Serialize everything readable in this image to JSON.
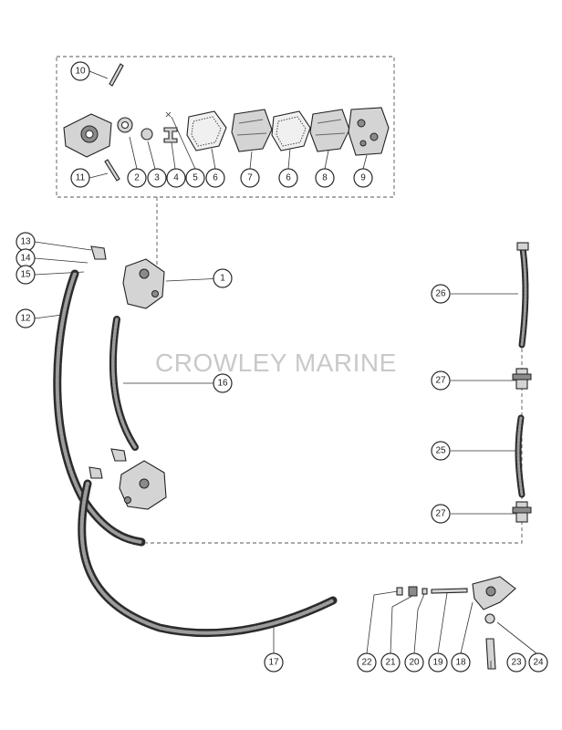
{
  "watermark": "CROWLEY MARINE",
  "callouts": [
    "1",
    "2",
    "3",
    "4",
    "5",
    "6",
    "6",
    "7",
    "8",
    "9",
    "10",
    "11",
    "12",
    "13",
    "14",
    "15",
    "16",
    "17",
    "18",
    "19",
    "20",
    "21",
    "22",
    "23",
    "24",
    "25",
    "26",
    "27",
    "27"
  ]
}
